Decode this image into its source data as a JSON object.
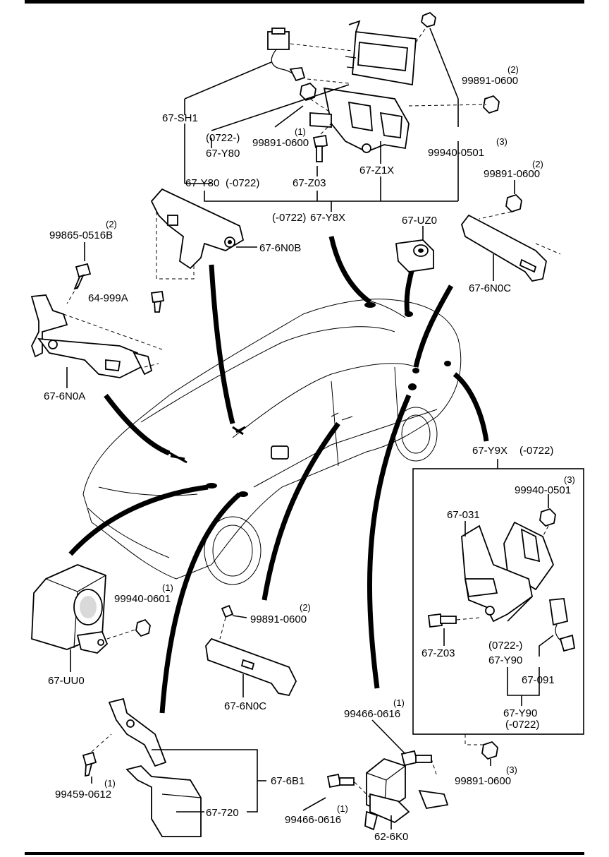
{
  "labels": {
    "sh1": "67-SH1",
    "y80_from": "(0722-)",
    "y80_a": "67-Y80",
    "y80_b": "67-Y80",
    "y80_b_note": "(-0722)",
    "n0600_1": "99891-0600",
    "n0600_1_qty": "(1)",
    "n0600_2": "99891-0600",
    "n0600_2_qty": "(2)",
    "n0600_3": "99891-0600",
    "n0600_3_qty": "(2)",
    "n0501_top": "99940-0501",
    "n0501_top_qty": "(3)",
    "z03_top": "67-Z03",
    "z1x": "67-Z1X",
    "y8x_note": "(-0722)",
    "y8x": "67-Y8X",
    "uz0": "67-UZ0",
    "n6n0b": "67-6N0B",
    "b0516": "99865-0516B",
    "b0516_qty": "(2)",
    "s999a": "64-999A",
    "n6n0a": "67-6N0A",
    "n6n0c_top": "67-6N0C",
    "y9x": "67-Y9X",
    "y9x_note": "(-0722)",
    "n0501_box": "99940-0501",
    "n0501_box_qty": "(3)",
    "p031": "67-031",
    "z03_box": "67-Z03",
    "y90_from": "(0722-)",
    "y90_a": "67-Y90",
    "p091": "67-091",
    "y90_b": "67-Y90",
    "y90_b_note": "(-0722)",
    "n0600_box": "99891-0600",
    "n0600_box_qty": "(3)",
    "n0601": "99940-0601",
    "n0601_qty": "(1)",
    "uu0": "67-UU0",
    "n0600_mid": "99891-0600",
    "n0600_mid_qty": "(2)",
    "n6n0c_mid": "67-6N0C",
    "b0616_a": "99466-0616",
    "b0616_a_qty": "(1)",
    "b0612": "99459-0612",
    "b0612_qty": "(1)",
    "p6b1": "67-6B1",
    "p720": "67-720",
    "b0616_b": "99466-0616",
    "b0616_b_qty": "(1)",
    "p6k0": "62-6K0"
  }
}
